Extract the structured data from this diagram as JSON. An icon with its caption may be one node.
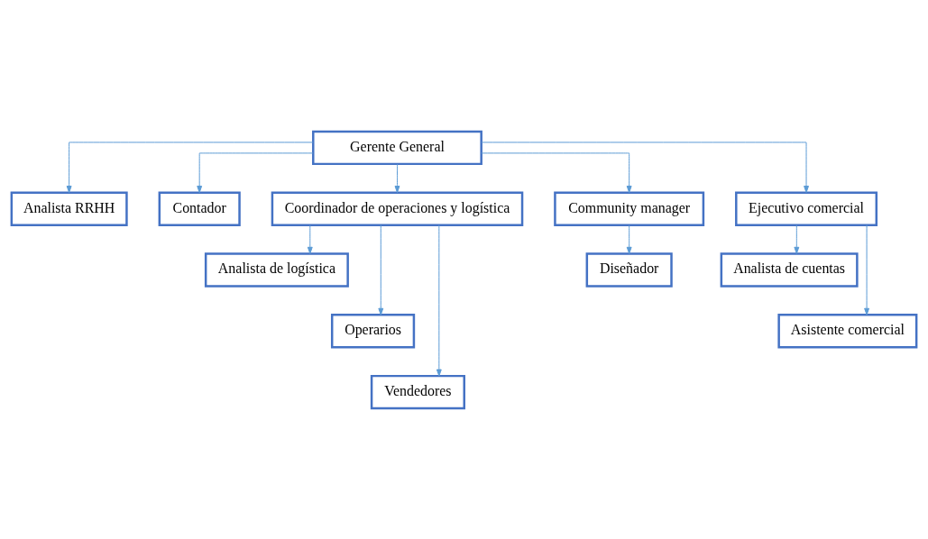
{
  "diagram": {
    "nodes": [
      {
        "text": [
          "Gerente General"
        ]
      },
      {
        "text": [
          "Analista RRHH"
        ]
      },
      {
        "text": [
          "Contador"
        ]
      },
      {
        "text": [
          "Coordinador de operaciones y logística"
        ]
      },
      {
        "text": [
          "Community manager"
        ]
      },
      {
        "text": [
          "Ejecutivo comercial"
        ]
      },
      {
        "text": [
          "Analista de logística"
        ]
      },
      {
        "text": [
          "Operarios"
        ]
      },
      {
        "text": [
          "Vendedores"
        ]
      },
      {
        "text": [
          "Diseñador"
        ]
      },
      {
        "text": [
          "Analista de cuentas"
        ]
      },
      {
        "text": [
          "Asistente comercial"
        ]
      }
    ],
    "edges": [
      {
        "from": 0,
        "to": 1,
        "arrow": "to"
      },
      {
        "from": 0,
        "to": 2,
        "arrow": "to"
      },
      {
        "from": 0,
        "to": 3,
        "arrow": "to"
      },
      {
        "from": 0,
        "to": 4,
        "arrow": "to"
      },
      {
        "from": 0,
        "to": 5,
        "arrow": "to"
      },
      {
        "from": 3,
        "to": 6,
        "arrow": "to"
      },
      {
        "from": 3,
        "to": 7,
        "arrow": "to"
      },
      {
        "from": 3,
        "to": 8,
        "arrow": "to"
      },
      {
        "from": 4,
        "to": 9,
        "arrow": "to"
      },
      {
        "from": 5,
        "to": 10,
        "arrow": "to"
      },
      {
        "from": 5,
        "to": 11,
        "arrow": "to"
      }
    ]
  }
}
